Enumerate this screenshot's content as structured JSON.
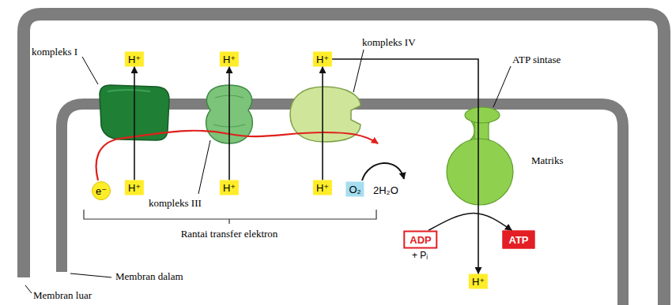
{
  "diagram": {
    "nodes": [
      {
        "text": [
          "H⁺"
        ]
      },
      {
        "text": [
          "H⁺"
        ]
      },
      {
        "text": [
          "H⁺"
        ]
      },
      {
        "text": [
          "e⁻"
        ]
      },
      {
        "text": [
          "H⁺"
        ]
      },
      {
        "text": [
          "H⁺"
        ]
      },
      {
        "text": [
          "H⁺"
        ]
      },
      {
        "text": [
          "O₂"
        ]
      },
      {
        "text": [
          "ADP"
        ]
      },
      {
        "text": [
          "ATP"
        ]
      },
      {
        "text": [
          "H⁺"
        ]
      }
    ],
    "edges": [
      {
        "from": 4,
        "to": 0,
        "arrow": "to"
      },
      {
        "from": 5,
        "to": 1,
        "arrow": "to"
      },
      {
        "from": 6,
        "to": 2,
        "arrow": "to"
      },
      {
        "from": 2,
        "to": 10,
        "arrow": "to"
      },
      {
        "from": 8,
        "to": 9,
        "arrow": "to"
      }
    ],
    "labels": [
      "kompleks I",
      "kompleks IV",
      "ATP sintase",
      "Matriks",
      "kompleks III",
      "2H₂O",
      "Rantai transfer elektron",
      "+ Pᵢ",
      "Membran dalam",
      "Membran luar"
    ]
  }
}
